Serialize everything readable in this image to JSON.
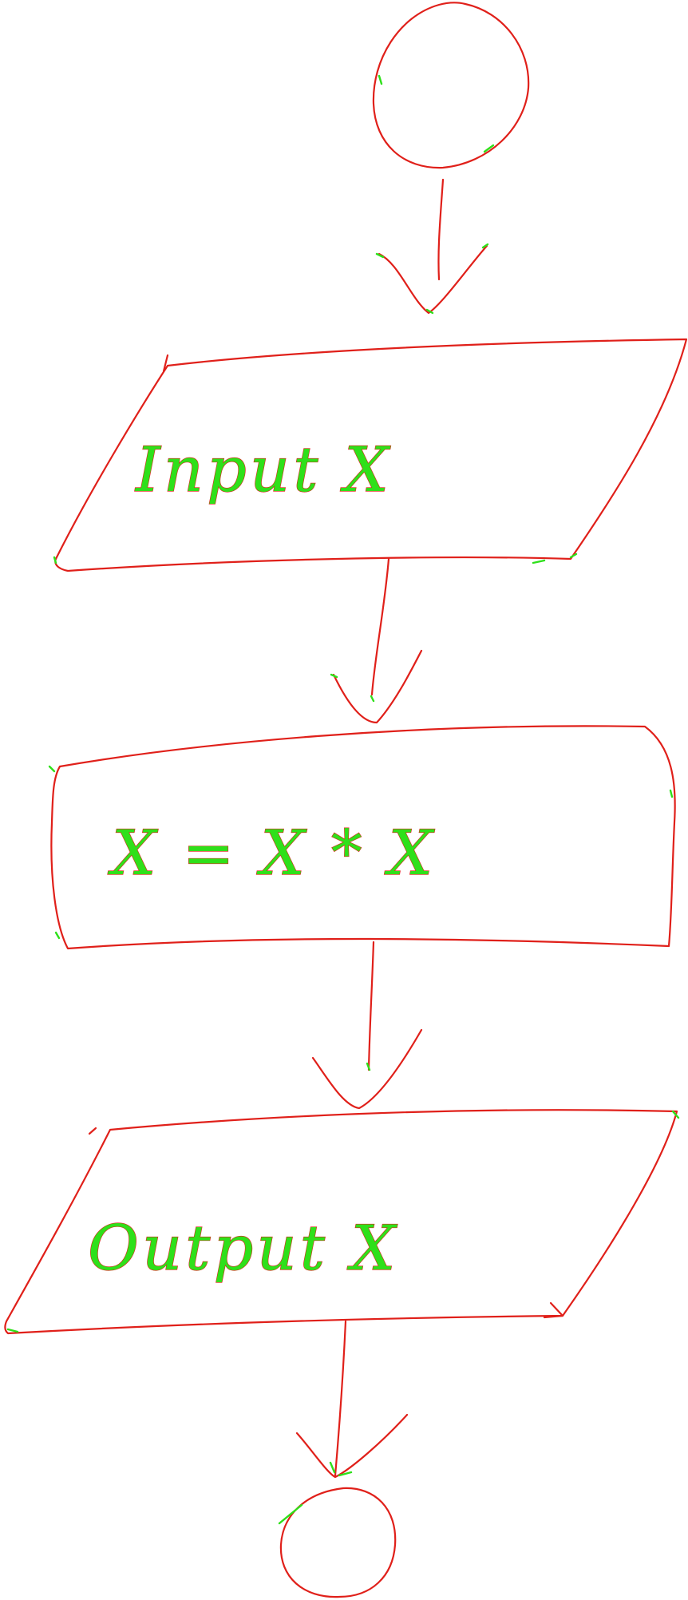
{
  "flowchart": {
    "nodes": [
      {
        "id": "start",
        "shape": "terminal-circle",
        "label": ""
      },
      {
        "id": "input",
        "shape": "parallelogram",
        "label": "Input X"
      },
      {
        "id": "process",
        "shape": "rectangle",
        "label": "X = X * X"
      },
      {
        "id": "output",
        "shape": "parallelogram",
        "label": "Output X"
      },
      {
        "id": "end",
        "shape": "terminal-circle",
        "label": ""
      }
    ],
    "edges": [
      {
        "from": "start",
        "to": "input"
      },
      {
        "from": "input",
        "to": "process"
      },
      {
        "from": "process",
        "to": "output"
      },
      {
        "from": "output",
        "to": "end"
      }
    ]
  },
  "colors": {
    "stroke": "#e0201a",
    "highlight": "#2ee01a",
    "background": "#ffffff"
  }
}
